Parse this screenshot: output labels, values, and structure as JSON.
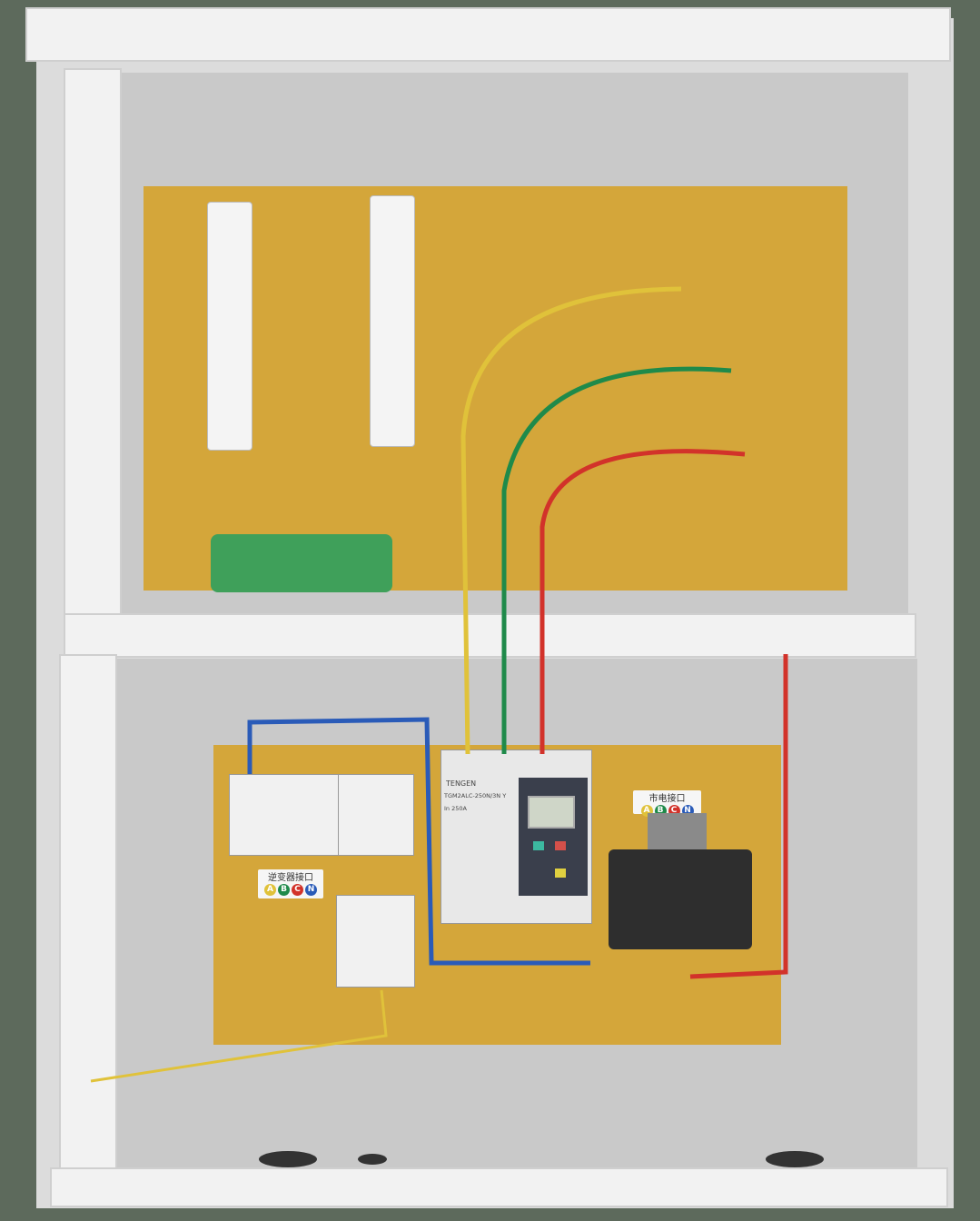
{
  "inverter_label": {
    "title": "逆变器接口",
    "phases": [
      "A",
      "B",
      "C",
      "N"
    ]
  },
  "grid_label": {
    "title": "市电接口",
    "phases": [
      "A",
      "B",
      "C",
      "N"
    ]
  },
  "device": {
    "brand": "TENGEN",
    "model": "TGM2ALC-250N/3N Y",
    "rating": "In 250A"
  },
  "colors": {
    "board": "#d4a63a",
    "A": "#e0c23a",
    "B": "#1f8a4a",
    "C": "#d2322a",
    "N": "#2a5bb8"
  }
}
